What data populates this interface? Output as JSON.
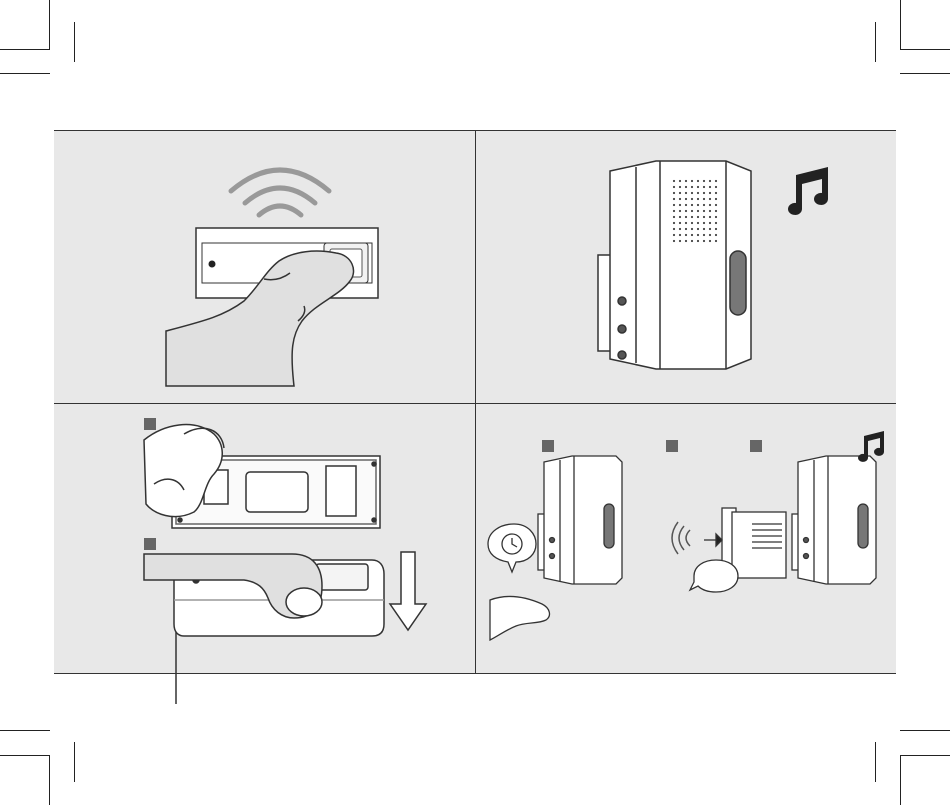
{
  "page": {
    "background": "#ffffff",
    "panel_background": "#e8e8e8",
    "line_color": "#333333"
  },
  "panels": [
    {
      "id": "press-button",
      "icons": [
        "signal-waves-icon",
        "doorbell-button-icon",
        "hand-pressing-icon"
      ]
    },
    {
      "id": "chime-rings",
      "icons": [
        "chime-receiver-icon",
        "music-note-icon"
      ]
    },
    {
      "id": "open-button-cover",
      "steps": 2,
      "icons": [
        "hand-removing-cover-icon",
        "hand-pushing-cover-icon",
        "down-arrow-icon"
      ]
    },
    {
      "id": "pairing",
      "steps": 3,
      "icons": [
        "chime-receiver-icon",
        "clock-bubble-icon",
        "signal-waves-icon",
        "button-transmitter-icon",
        "music-note-icon"
      ]
    }
  ]
}
